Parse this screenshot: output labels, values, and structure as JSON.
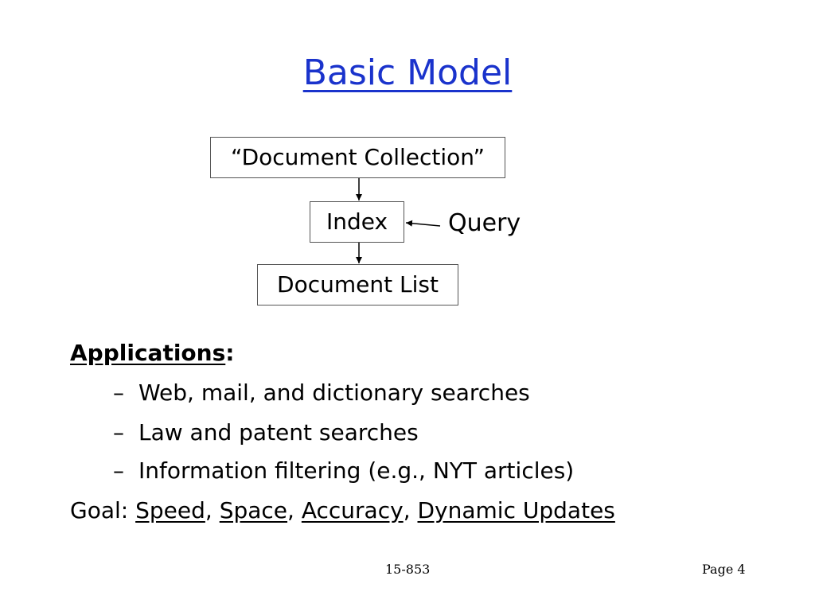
{
  "slide": {
    "title": "Basic Model"
  },
  "diagram": {
    "collection_box": "“Document Collection”",
    "index_box": "Index",
    "list_box": "Document List",
    "query_label": "Query"
  },
  "content": {
    "heading": "Applications",
    "heading_colon": ":",
    "items": [
      "Web, mail, and dictionary searches",
      "Law and patent searches",
      "Information filtering (e.g., NYT articles)"
    ],
    "dash": "–",
    "goal": {
      "label": "Goal: ",
      "terms": [
        "Speed",
        "Space",
        "Accuracy",
        "Dynamic Updates"
      ],
      "separator": ", "
    }
  },
  "footer": {
    "course": "15-853",
    "page": "Page 4"
  },
  "colors": {
    "title": "#1a33cc",
    "text": "#000000",
    "box_border": "#555555"
  }
}
